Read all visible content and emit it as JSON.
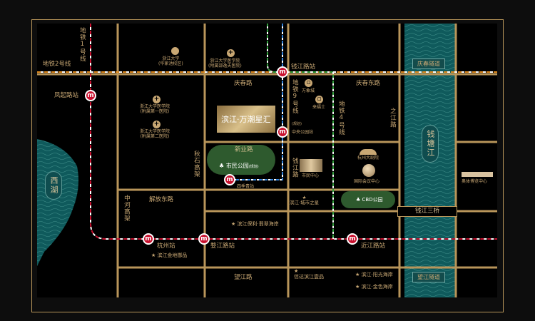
{
  "colors": {
    "road": "#b8955a",
    "water": "#0f5a5c",
    "park": "#2e5a2e",
    "metro": "#c8102e"
  },
  "project": {
    "name": "滨江·万潮星汇"
  },
  "roads": {
    "qingchun": "庆春路",
    "qingchun_east": "庆春东路",
    "xinye": "新业路",
    "jiefang_east": "解放东路",
    "wangjiang": "望江路",
    "qianjiang": "钱江路",
    "zhijiang": "之江路",
    "qiushi": "秋石高架",
    "zhonghe": "中河高架"
  },
  "metro_lines": {
    "line1": "地铁1号线",
    "line2": "地铁2号线",
    "line9": "地铁9号线",
    "line9_note": "(规划)",
    "line4": "地铁4号线"
  },
  "stations": {
    "fengqi": "凤起路站",
    "qianjianglu": "钱江路站",
    "central_park": "中央公园站",
    "siji": "四季青站",
    "hangzhou": "杭州站",
    "wujiang": "婺江路站",
    "jinjiang": "近江路站"
  },
  "water": {
    "xihu": "西湖",
    "qiantang": "钱塘江",
    "qingchun_tunnel": "庆春隧道",
    "wangjiang_tunnel": "望江隧道",
    "bridge": "钱江三桥"
  },
  "pois": {
    "zju": {
      "name": "浙江大学",
      "sub": "(华家池校区)"
    },
    "shaoyifu": {
      "name": "浙江大学医学院",
      "sub": "(附属邵逸夫医院)"
    },
    "first": {
      "name": "浙江大学医学院",
      "sub": "(附属第一医院)"
    },
    "second": {
      "name": "浙江大学医学院",
      "sub": "(附属第二医院)"
    },
    "mixc": "万象城",
    "raffles": "来福士",
    "citizen_center": "市民中心",
    "grand_theatre": "杭州大剧院",
    "intl_conf": "国际会议中心",
    "olympic": "奥体博览中心",
    "citizen_park": "市民公园",
    "citizen_park_note": "(规划)",
    "cbd_park": "CBD公园"
  },
  "projects": {
    "p1": "滨江·城市之星",
    "p2": "滨江保利·翡翠海岸",
    "p3": "滨江金地御品",
    "p4": "信达滨江壹品",
    "p5": "滨江·阳光海岸",
    "p6": "滨江·金色海岸"
  }
}
